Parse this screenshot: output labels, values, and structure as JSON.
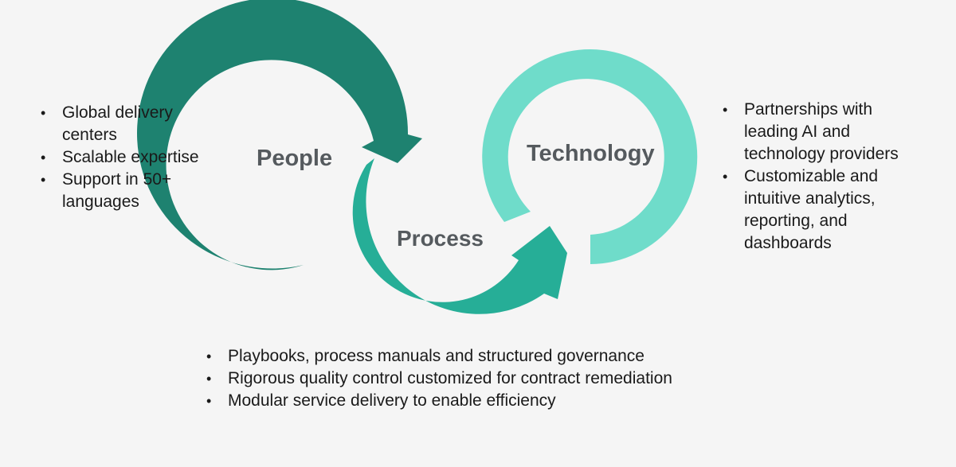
{
  "colors": {
    "people": "#1e8270",
    "process": "#26ae97",
    "technology": "#6fdcca",
    "background": "#f5f5f5"
  },
  "cycles": {
    "people": {
      "label": "People",
      "bullets": [
        "Global delivery centers",
        "Scalable expertise",
        "Support in 50+ languages"
      ]
    },
    "process": {
      "label": "Process",
      "bullets": [
        "Playbooks, process manuals and structured governance",
        "Rigorous quality control customized for contract remediation",
        "Modular service delivery to enable efficiency"
      ]
    },
    "technology": {
      "label": "Technology",
      "bullets": [
        "Partnerships with leading AI and technology providers",
        "Customizable and intuitive analytics, reporting, and dashboards"
      ]
    }
  }
}
